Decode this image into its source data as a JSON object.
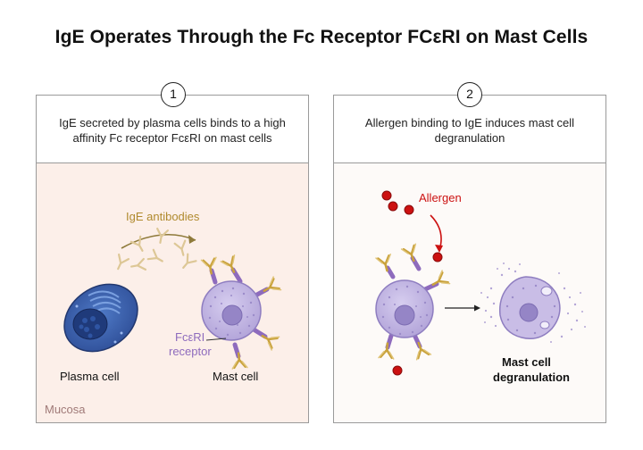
{
  "title": "IgE Operates Through the Fc Receptor FCεRI on Mast Cells",
  "panels": [
    {
      "step": "1",
      "description": "IgE secreted by plasma cells binds to a high affinity Fc receptor FcεRI on mast cells",
      "labels": {
        "antibodies": "IgE antibodies",
        "receptor_line1": "FcεRI",
        "receptor_line2": "receptor",
        "plasma_cell": "Plasma cell",
        "mast_cell": "Mast cell",
        "mucosa": "Mucosa"
      }
    },
    {
      "step": "2",
      "description": "Allergen binding to IgE induces mast cell degranulation",
      "labels": {
        "allergen": "Allergen",
        "result_line1": "Mast cell",
        "result_line2": "degranulation"
      }
    }
  ],
  "colors": {
    "antibody": "#c9a23c",
    "receptor": "#8e6bbd",
    "mast_cell": "#c9bde6",
    "plasma_cell": "#3d63b0",
    "allergen": "#cc1111",
    "mucosa_bg": "#fcefe9",
    "receptor_text": "#8e6bbd",
    "antibody_text": "#b08a2e",
    "mucosa_text": "#a07a78",
    "allergen_text": "#cc1111"
  }
}
